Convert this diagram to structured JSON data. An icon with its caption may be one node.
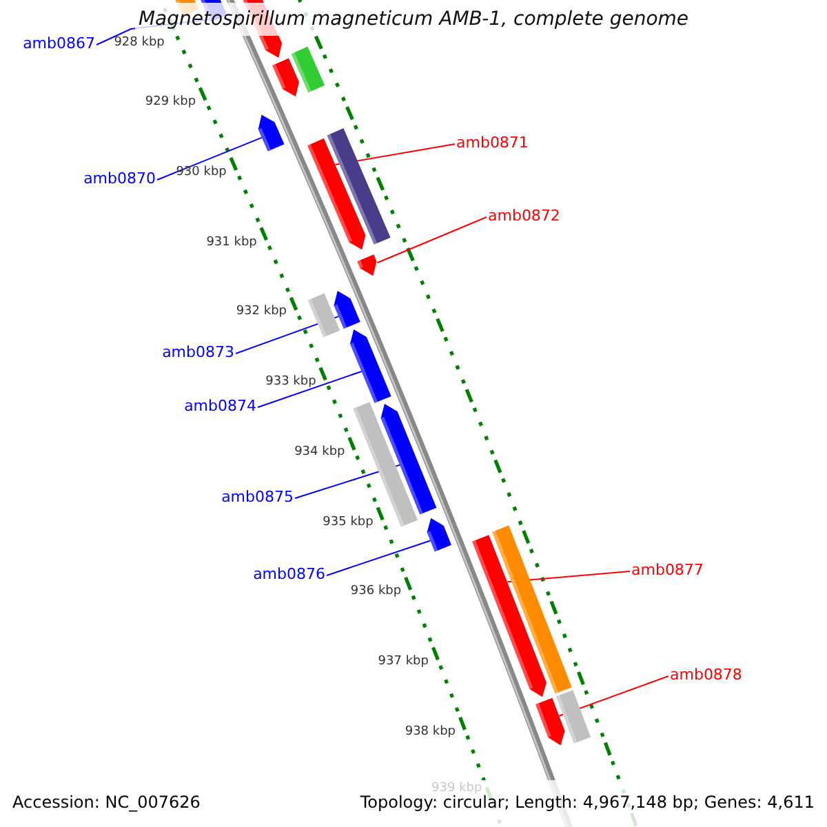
{
  "diagram": {
    "title": "Magnetospirillum magneticum AMB-1, complete genome",
    "nodes": [
      {
        "text": [
          "amb0867"
        ]
      },
      {
        "text": [
          "amb0870"
        ]
      },
      {
        "text": [
          "amb0871"
        ]
      },
      {
        "text": [
          "amb0872"
        ]
      },
      {
        "text": [
          "amb0873"
        ]
      },
      {
        "text": [
          "amb0874"
        ]
      },
      {
        "text": [
          "amb0875"
        ]
      },
      {
        "text": [
          "amb0876"
        ]
      },
      {
        "text": [
          "amb0877"
        ]
      },
      {
        "text": [
          "amb0878"
        ]
      },
      {
        "text": [],
        "shape": "arrow"
      },
      {
        "text": [],
        "shape": "arrow"
      },
      {
        "text": [],
        "shape": "arrow"
      },
      {
        "text": [],
        "shape": "arrow"
      },
      {
        "text": [],
        "shape": "arrow"
      },
      {
        "text": [],
        "shape": "arrow"
      },
      {
        "text": [],
        "shape": "arrow"
      },
      {
        "text": [],
        "shape": "arrow"
      },
      {
        "text": [],
        "shape": "arrow"
      },
      {
        "text": [],
        "shape": "arrow"
      }
    ],
    "edges": [
      {
        "from": 0,
        "to": 10,
        "arrow": "none"
      },
      {
        "from": 1,
        "to": 11,
        "arrow": "none"
      },
      {
        "from": 2,
        "to": 12,
        "arrow": "none",
        "color": "#ff0000"
      },
      {
        "from": 3,
        "to": 13,
        "arrow": "none",
        "color": "#ff0000"
      },
      {
        "from": 4,
        "to": 14,
        "arrow": "none"
      },
      {
        "from": 5,
        "to": 15,
        "arrow": "none"
      },
      {
        "from": 6,
        "to": 16,
        "arrow": "none"
      },
      {
        "from": 7,
        "to": 17,
        "arrow": "none"
      },
      {
        "from": 8,
        "to": 18,
        "arrow": "none",
        "color": "#ff0000"
      },
      {
        "from": 9,
        "to": 19,
        "arrow": "none",
        "color": "#ff0000"
      }
    ],
    "labels": [
      "928 kbp",
      "929 kbp",
      "930 kbp",
      "931 kbp",
      "932 kbp",
      "933 kbp",
      "934 kbp",
      "935 kbp",
      "936 kbp",
      "937 kbp",
      "938 kbp",
      "939 kbp",
      "Accession: NC_007626",
      "Topology: circular; Length: 4,967,148 bp; Genes: 4,611"
    ]
  }
}
